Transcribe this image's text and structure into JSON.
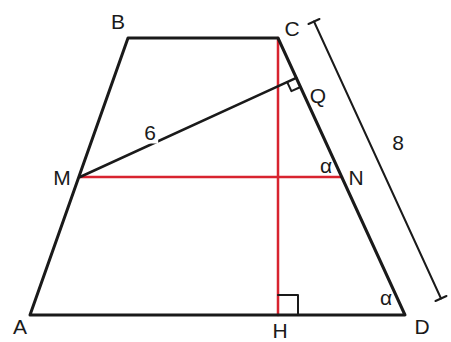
{
  "diagram": {
    "labels": [
      "B",
      "C",
      "Q",
      "6",
      "8",
      "M",
      "α",
      "N",
      "A",
      "H",
      "D",
      "α"
    ]
  }
}
